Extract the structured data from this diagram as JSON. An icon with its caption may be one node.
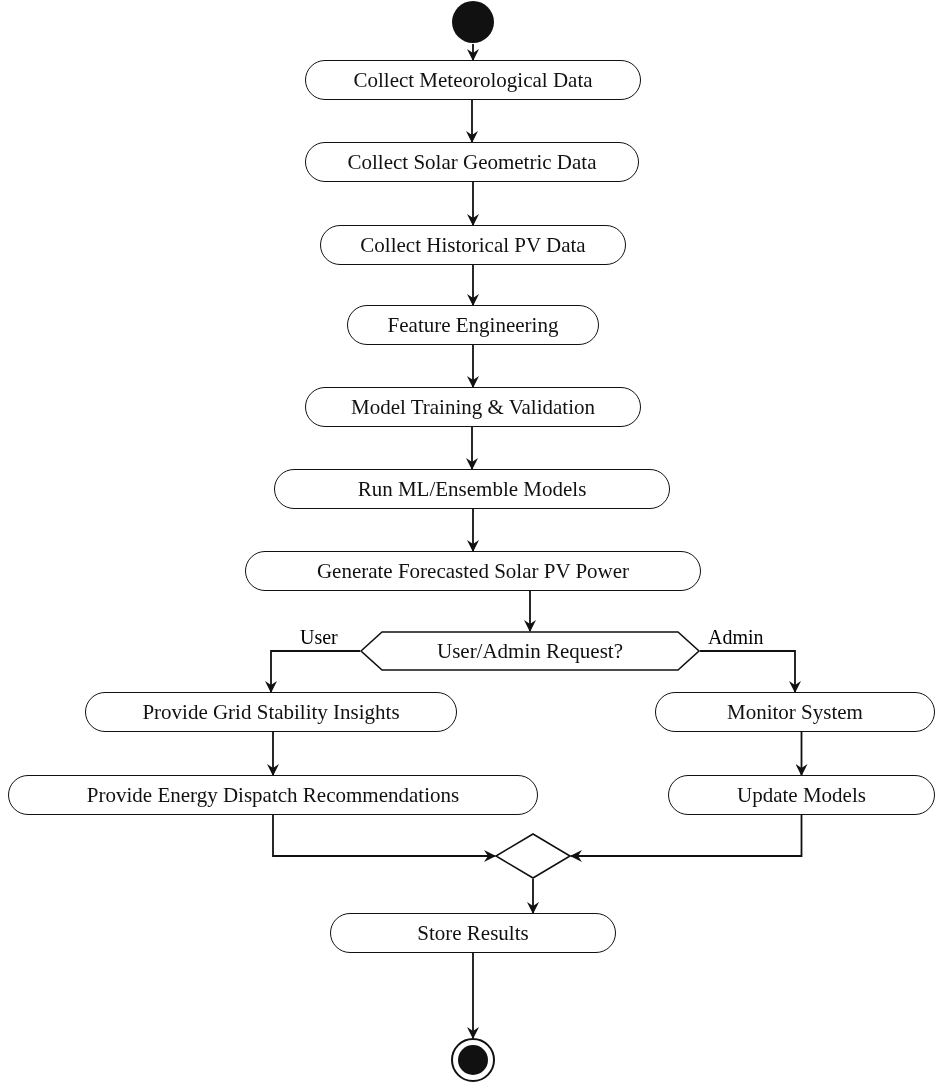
{
  "diagram": {
    "nodes": [
      {
        "text": [],
        "shape": "circle"
      },
      {
        "text": [
          "Collect Meteorological Data"
        ]
      },
      {
        "text": [
          "Collect Solar Geometric Data"
        ]
      },
      {
        "text": [
          "Collect Historical PV Data"
        ]
      },
      {
        "text": [
          "Feature Engineering"
        ]
      },
      {
        "text": [
          "Model Training & Validation"
        ]
      },
      {
        "text": [
          "Run ML/Ensemble Models"
        ]
      },
      {
        "text": [
          "Generate Forecasted Solar PV Power"
        ]
      },
      {
        "text": [
          "User/Admin Request?"
        ]
      },
      {
        "text": [
          "Provide Grid Stability Insights"
        ]
      },
      {
        "text": [
          "Monitor System"
        ]
      },
      {
        "text": [
          "Provide Energy Dispatch Recommendations"
        ]
      },
      {
        "text": [
          "Update Models"
        ]
      },
      {
        "text": [],
        "shape": "diamond"
      },
      {
        "text": [
          "Store Results"
        ]
      },
      {
        "text": [],
        "shape": "bullseye"
      }
    ],
    "edges": [
      {
        "from": 0,
        "to": 1,
        "arrow": "to"
      },
      {
        "from": 1,
        "to": 2,
        "arrow": "to"
      },
      {
        "from": 2,
        "to": 3,
        "arrow": "to"
      },
      {
        "from": 3,
        "to": 4,
        "arrow": "to"
      },
      {
        "from": 4,
        "to": 5,
        "arrow": "to"
      },
      {
        "from": 5,
        "to": 6,
        "arrow": "to"
      },
      {
        "from": 6,
        "to": 7,
        "arrow": "to"
      },
      {
        "from": 7,
        "to": 8,
        "arrow": "to"
      },
      {
        "from": 8,
        "to": 9,
        "arrow": "to",
        "label": "User"
      },
      {
        "from": 8,
        "to": 10,
        "arrow": "to",
        "label": "Admin"
      },
      {
        "from": 9,
        "to": 11,
        "arrow": "to"
      },
      {
        "from": 10,
        "to": 12,
        "arrow": "to"
      },
      {
        "from": 11,
        "to": 13,
        "arrow": "to"
      },
      {
        "from": 12,
        "to": 13,
        "arrow": "to"
      },
      {
        "from": 13,
        "to": 14,
        "arrow": "to"
      },
      {
        "from": 14,
        "to": 15,
        "arrow": "to"
      }
    ]
  }
}
